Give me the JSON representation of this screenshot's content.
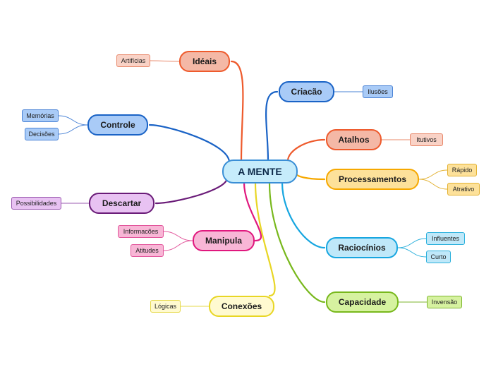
{
  "central": {
    "label": "A MENTE",
    "color": "#c6ecfb"
  },
  "branches": [
    {
      "label": "Idéais",
      "color": "#f4b8a6",
      "line": "#ee5a2c",
      "children": [
        {
          "label": "Artifícias",
          "color": "#f9d2c6"
        }
      ]
    },
    {
      "label": "Criacão",
      "color": "#a9cbf7",
      "line": "#1a63c6",
      "children": [
        {
          "label": "Ilusões",
          "color": "#a9cbf7"
        }
      ]
    },
    {
      "label": "Controle",
      "color": "#a9cbf7",
      "line": "#1a63c6",
      "children": [
        {
          "label": "Memórias",
          "color": "#a9cbf7"
        },
        {
          "label": "Decisões",
          "color": "#a9cbf7"
        }
      ]
    },
    {
      "label": "Atalhos",
      "color": "#f4b8a6",
      "line": "#ee5a2c",
      "children": [
        {
          "label": "Itutivos",
          "color": "#f9d2c6"
        }
      ]
    },
    {
      "label": "Processamentos",
      "color": "#fde19a",
      "line": "#f6a800",
      "children": [
        {
          "label": "Rápido",
          "color": "#fde19a"
        },
        {
          "label": "Atrativo",
          "color": "#fde19a"
        }
      ]
    },
    {
      "label": "Descartar",
      "color": "#e8c2f2",
      "line": "#6a1b78",
      "children": [
        {
          "label": "Possibilidades",
          "color": "#e8c2f2"
        }
      ]
    },
    {
      "label": "Manipula",
      "color": "#f8b6d6",
      "line": "#e0187e",
      "children": [
        {
          "label": "Informacões",
          "color": "#f8b6d6"
        },
        {
          "label": "Atitudes",
          "color": "#f8b6d6"
        }
      ]
    },
    {
      "label": "Raciocínios",
      "color": "#bfe8f9",
      "line": "#17a6e0",
      "children": [
        {
          "label": "Influentes",
          "color": "#bfe8f9"
        },
        {
          "label": "Curto",
          "color": "#bfe8f9"
        }
      ]
    },
    {
      "label": "Capacidade",
      "color": "#d6f2a0",
      "line": "#78b81c",
      "children": [
        {
          "label": "Invensão",
          "color": "#d6f2a0"
        }
      ]
    },
    {
      "label": "Conexões",
      "color": "#fffad0",
      "line": "#e8d624",
      "children": [
        {
          "label": "Lógicas",
          "color": "#fffad0"
        }
      ]
    }
  ]
}
